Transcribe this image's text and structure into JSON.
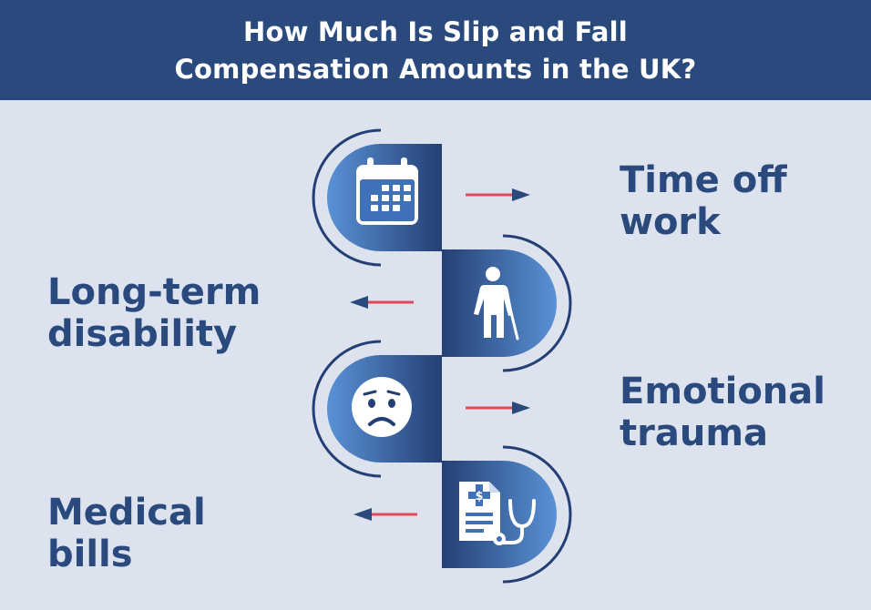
{
  "title": {
    "line1": "How Much Is Slip and Fall",
    "line2": "Compensation Amounts in the UK?"
  },
  "colors": {
    "header_bg": "#2a4a7e",
    "page_bg": "#dde3ee",
    "text": "#2a4a7e",
    "gradient_dark": "#243f74",
    "gradient_light": "#5a92d6",
    "arrow_line": "#e04a5a",
    "arrow_head": "#2a4a7e"
  },
  "factors": [
    {
      "line1": "Time off",
      "line2": "work",
      "icon": "calendar-icon"
    },
    {
      "line1": "Long-term",
      "line2": "disability",
      "icon": "elderly-person-cane-icon"
    },
    {
      "line1": "Emotional",
      "line2": "trauma",
      "icon": "sad-face-icon"
    },
    {
      "line1": "Medical",
      "line2": "bills",
      "icon": "medical-bill-stethoscope-icon"
    }
  ]
}
